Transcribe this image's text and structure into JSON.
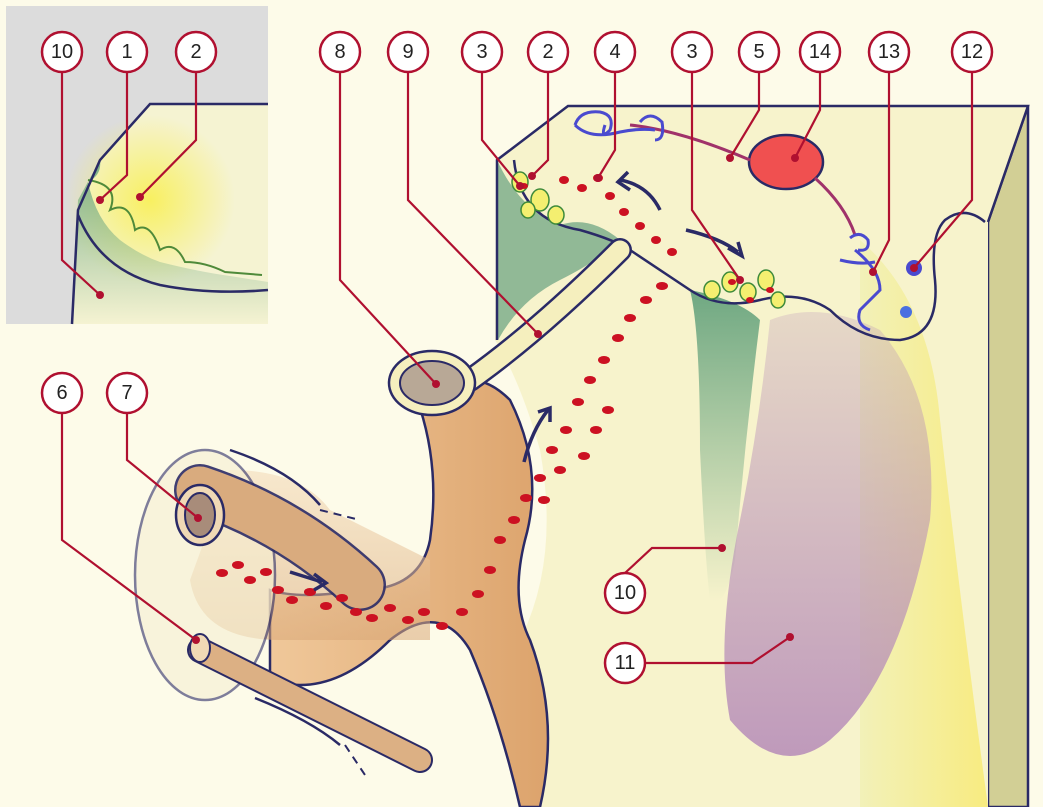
{
  "colors": {
    "background": "#fdfbe9",
    "inset_background": "#dcdcdc",
    "outline": "#2a2a66",
    "callout_line": "#b01030",
    "particle": "#cc1122",
    "green_tissue": "#8fb98a",
    "yellow_tissue": "#f6ef6a",
    "orange_tissue": "#e4b07a",
    "purple_tissue": "#b48ab8",
    "nucleus": "#f05050",
    "vessel_wall": "#c9a27e"
  },
  "callouts": [
    {
      "label": "10"
    },
    {
      "label": "1"
    },
    {
      "label": "2"
    },
    {
      "label": "8"
    },
    {
      "label": "9"
    },
    {
      "label": "3"
    },
    {
      "label": "2"
    },
    {
      "label": "4"
    },
    {
      "label": "3"
    },
    {
      "label": "5"
    },
    {
      "label": "14"
    },
    {
      "label": "13"
    },
    {
      "label": "12"
    },
    {
      "label": "6"
    },
    {
      "label": "7"
    },
    {
      "label": "10"
    },
    {
      "label": "11"
    }
  ]
}
